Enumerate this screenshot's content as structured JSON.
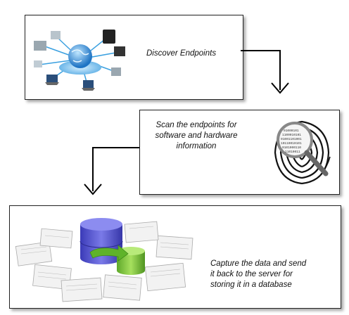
{
  "steps": [
    {
      "lines": [
        "Discover Endpoints"
      ],
      "icon": "network-globe-icon"
    },
    {
      "lines": [
        "Scan the endpoints for",
        "software and hardware",
        "information"
      ],
      "icon": "fingerprint-magnifier-icon"
    },
    {
      "lines": [
        "Capture the data and send",
        "it back to the server for",
        "storing it in a database"
      ],
      "icon": "database-icon"
    }
  ],
  "colors": {
    "border": "#222222",
    "globe": "#2f8fd9",
    "database_blue": "#5a5ad6",
    "database_green": "#7cc43c"
  }
}
